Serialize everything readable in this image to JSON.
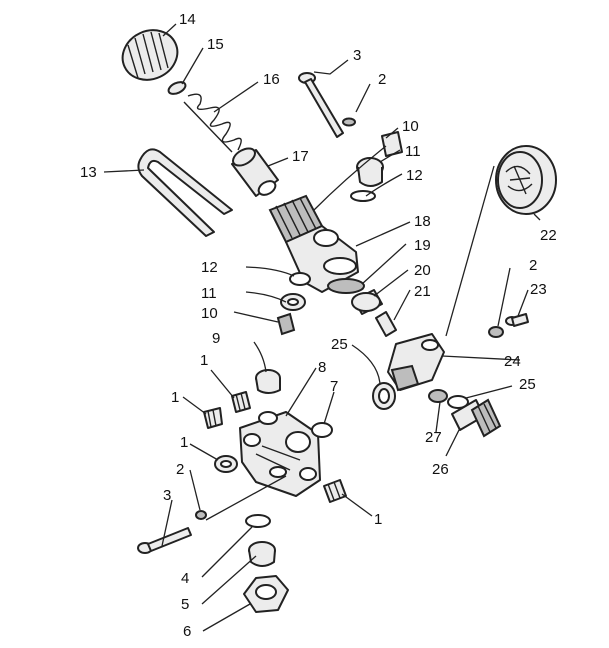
{
  "callouts": [
    {
      "id": "c14",
      "text": "14"
    },
    {
      "id": "c15",
      "text": "15"
    },
    {
      "id": "c16",
      "text": "16"
    },
    {
      "id": "c13",
      "text": "13"
    },
    {
      "id": "c17",
      "text": "17"
    },
    {
      "id": "c3a",
      "text": "3"
    },
    {
      "id": "c2a",
      "text": "2"
    },
    {
      "id": "c10a",
      "text": "10"
    },
    {
      "id": "c11a",
      "text": "11"
    },
    {
      "id": "c12a",
      "text": "12"
    },
    {
      "id": "c18",
      "text": "18"
    },
    {
      "id": "c19",
      "text": "19"
    },
    {
      "id": "c20",
      "text": "20"
    },
    {
      "id": "c21",
      "text": "21"
    },
    {
      "id": "c12b",
      "text": "12"
    },
    {
      "id": "c11b",
      "text": "11"
    },
    {
      "id": "c10b",
      "text": "10"
    },
    {
      "id": "c22",
      "text": "22"
    },
    {
      "id": "c2b",
      "text": "2"
    },
    {
      "id": "c23",
      "text": "23"
    },
    {
      "id": "c9",
      "text": "9"
    },
    {
      "id": "c25a",
      "text": "25"
    },
    {
      "id": "c24",
      "text": "24"
    },
    {
      "id": "c25b",
      "text": "25"
    },
    {
      "id": "c27",
      "text": "27"
    },
    {
      "id": "c26",
      "text": "26"
    },
    {
      "id": "c1a",
      "text": "1"
    },
    {
      "id": "c1b",
      "text": "1"
    },
    {
      "id": "c8",
      "text": "8"
    },
    {
      "id": "c7",
      "text": "7"
    },
    {
      "id": "c1c",
      "text": "1"
    },
    {
      "id": "c2c",
      "text": "2"
    },
    {
      "id": "c1d",
      "text": "1"
    },
    {
      "id": "c3b",
      "text": "3"
    },
    {
      "id": "c4",
      "text": "4"
    },
    {
      "id": "c5",
      "text": "5"
    },
    {
      "id": "c6",
      "text": "6"
    }
  ]
}
